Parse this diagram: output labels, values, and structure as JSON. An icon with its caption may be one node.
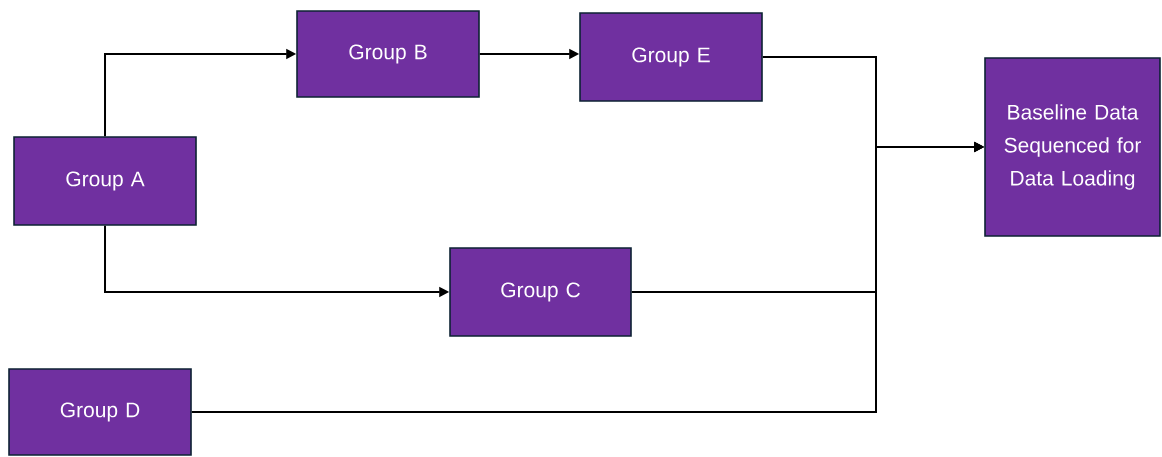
{
  "diagram": {
    "nodes": [
      {
        "text": [
          "Group A"
        ]
      },
      {
        "text": [
          "Group B"
        ]
      },
      {
        "text": [
          "Group C"
        ]
      },
      {
        "text": [
          "Group D"
        ]
      },
      {
        "text": [
          "Group E"
        ]
      },
      {
        "text": [
          "Baseline Data Sequenced for Data Loading"
        ]
      }
    ],
    "edges": [
      {
        "from": 0,
        "to": 1,
        "arrow": "to"
      },
      {
        "from": 0,
        "to": 2,
        "arrow": "to"
      },
      {
        "from": 1,
        "to": 4,
        "arrow": "to"
      },
      {
        "from": 4,
        "to": 5,
        "arrow": "to"
      },
      {
        "from": 2,
        "to": 5,
        "arrow": "to"
      },
      {
        "from": 3,
        "to": 5,
        "arrow": "to"
      }
    ]
  }
}
